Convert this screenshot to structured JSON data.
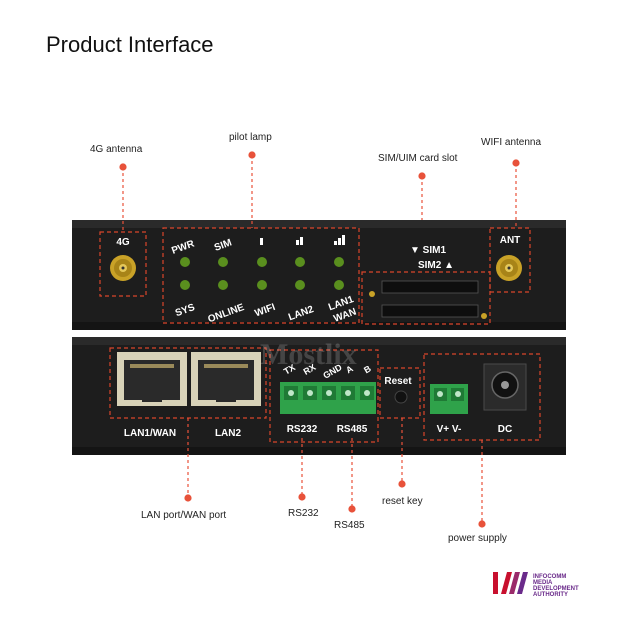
{
  "title": "Product Interface",
  "callouts": {
    "antenna_4g": "4G antenna",
    "pilot_lamp": "pilot lamp",
    "sim_slot": "SIM/UIM card slot",
    "wifi_antenna": "WIFI antenna",
    "lan_wan_port": "LAN port/WAN port",
    "rs232": "RS232",
    "rs485": "RS485",
    "reset_key": "reset key",
    "power_supply": "power supply"
  },
  "front_panel": {
    "antenna_4g_label": "4G",
    "antenna_wifi_label": "ANT",
    "led_top_labels": [
      "PWR",
      "SIM",
      "▮",
      "▮▮",
      "▮▮▮"
    ],
    "led_bottom_labels": [
      "SYS",
      "ONLINE",
      "WIFI",
      "LAN2",
      "LAN1",
      "WAN"
    ],
    "sim1_label": "▼ SIM1",
    "sim2_label": "SIM2 ▲"
  },
  "back_panel": {
    "lan1_label": "LAN1/WAN",
    "lan2_label": "LAN2",
    "serial_pins": [
      "TX",
      "RX",
      "GND",
      "A",
      "B"
    ],
    "rs232_label": "RS232",
    "rs485_label": "RS485",
    "reset_label": "Reset",
    "power_pins": "V+  V-",
    "dc_label": "DC"
  },
  "watermark": "Mostlix",
  "logo": {
    "text": [
      "INFOCOMM",
      "MEDIA",
      "DEVELOPMENT",
      "AUTHORITY"
    ]
  },
  "colors": {
    "callout_line": "#e8523a",
    "dashed_box": "#d9452b",
    "device_body": "#1d1d1d",
    "led_green": "#5a8f1e",
    "terminal_green": "#2fa24a",
    "logo_red": "#c8102e"
  }
}
